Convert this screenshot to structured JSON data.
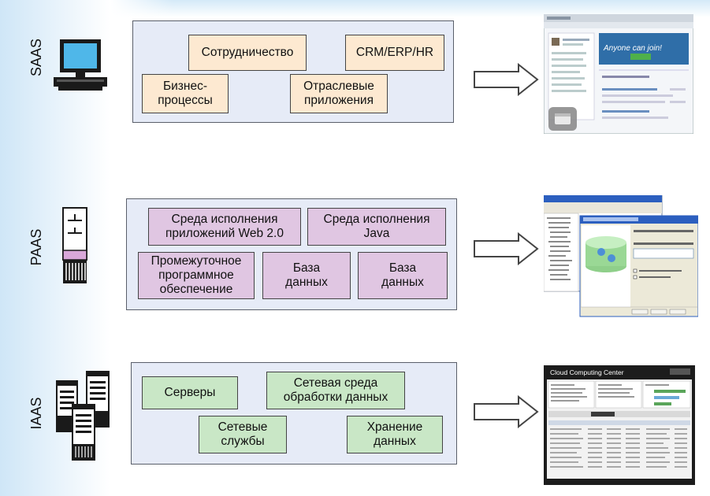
{
  "rows": [
    {
      "label": "SAAS",
      "device_icon": "desktop-computer-icon",
      "boxes": [
        "Сотрудничество",
        "CRM/ERP/HR",
        "Бизнес-\nпроцессы",
        "Отраслевые\nприложения"
      ],
      "screenshot": "web-app-screenshot",
      "screenshot_text": "Anyone can join!"
    },
    {
      "label": "PAAS",
      "device_icon": "tower-server-icon",
      "boxes": [
        "Среда исполнения\nприложений Web 2.0",
        "Среда исполнения\nJava",
        "Промежуточное\nпрограммное\nобеспечение",
        "База\nданных",
        "База\nданных"
      ],
      "screenshot": "desktop-wizard-screenshot"
    },
    {
      "label": "IAAS",
      "device_icon": "server-rack-icon",
      "boxes": [
        "Серверы",
        "Сетевая среда\nобработки данных",
        "Сетевые\nслужбы",
        "Хранение\nданных"
      ],
      "screenshot": "dashboard-screenshot",
      "screenshot_text": "Cloud Computing Center"
    }
  ],
  "colors": {
    "saas_box": "#fde9d1",
    "paas_box": "#e0c6e2",
    "iaas_box": "#c9e7c6",
    "panel": "#e6ebf7"
  }
}
